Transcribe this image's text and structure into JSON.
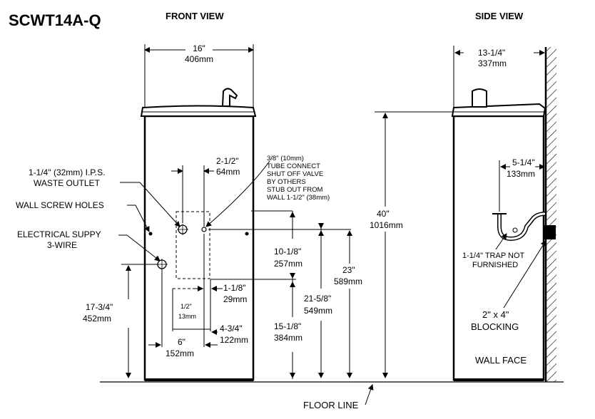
{
  "title": "SCWT14A-Q",
  "front_view_label": "FRONT VIEW",
  "side_view_label": "SIDE VIEW",
  "dims": {
    "width_in": "16\"",
    "width_mm": "406mm",
    "depth_in": "13-1/4\"",
    "depth_mm": "337mm",
    "height_in": "40\"",
    "height_mm": "1016mm",
    "waste_in": "2-1/2\"",
    "waste_mm": "64mm",
    "tube_1": "3/8\" (10mm)",
    "tube_2": "TUBE CONNECT",
    "tube_3": "SHUT OFF VALVE",
    "tube_4": "BY OTHERS",
    "tube_5": "STUB OUT FROM",
    "tube_6": "WALL 1-1/2\" (38mm)",
    "ips_1": "1-1/4\" (32mm) I.P.S.",
    "ips_2": "WASTE OUTLET",
    "wall_screw": "WALL SCREW HOLES",
    "elec_1": "ELECTRICAL SUPPY",
    "elec_2": "3-WIRE",
    "d1018_in": "10-1/8\"",
    "d1018_mm": "257mm",
    "d23_in": "23\"",
    "d23_mm": "589mm",
    "d2158_in": "21-5/8\"",
    "d2158_mm": "549mm",
    "d1518_in": "15-1/8\"",
    "d1518_mm": "384mm",
    "d118_in": "1-1/8\"",
    "d118_mm": "29mm",
    "d12_in": "1/2\"",
    "d12_mm": "13mm",
    "d434_in": "4-3/4\"",
    "d434_mm": "122mm",
    "d6_in": "6\"",
    "d6_mm": "152mm",
    "d1734_in": "17-3/4\"",
    "d1734_mm": "452mm",
    "d514_in": "5-1/4\"",
    "d514_mm": "133mm",
    "trap_1": "1-1/4\" TRAP NOT",
    "trap_2": "FURNISHED",
    "block_1": "2\" x 4\"",
    "block_2": "BLOCKING",
    "wall_face": "WALL FACE",
    "floor_line": "FLOOR LINE"
  }
}
